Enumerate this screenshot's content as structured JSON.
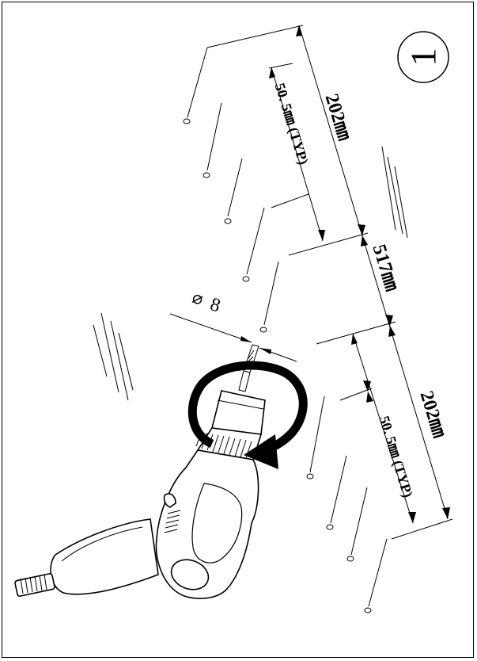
{
  "step_number": "1",
  "drill_diameter": "8",
  "diameter_symbol": "⌀",
  "dimensions": {
    "top_total": "202㎜",
    "top_typ": "50. 5㎜ (TYP)",
    "middle": "517㎜",
    "bottom_total": "202㎜",
    "bottom_typ": "50. 5㎜ (TYP)"
  },
  "icons": [
    "drill-icon",
    "rotation-arrow-icon"
  ]
}
